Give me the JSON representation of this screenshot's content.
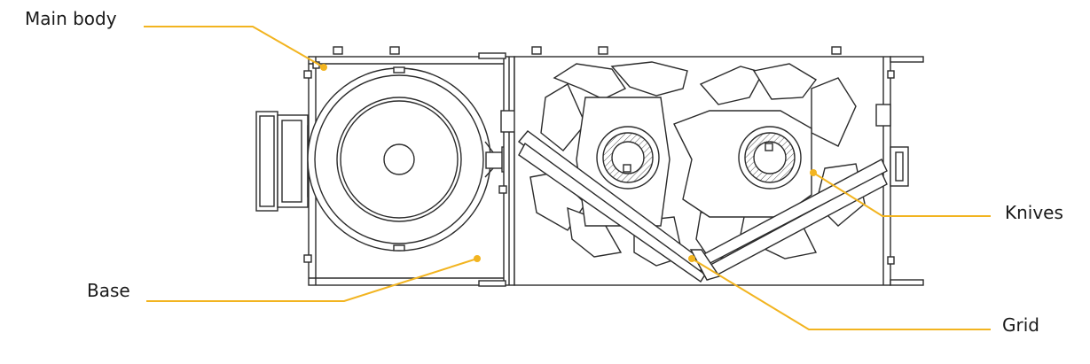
{
  "diagram": {
    "callouts": [
      {
        "id": "main_body",
        "label": "Main body"
      },
      {
        "id": "base",
        "label": "Base"
      },
      {
        "id": "knives",
        "label": "Knives"
      },
      {
        "id": "grid",
        "label": "Grid"
      }
    ],
    "colors": {
      "callout_line": "#f2b420",
      "drawing_stroke": "#2b2b2b",
      "drawing_fill": "#ffffff",
      "hatch": "#555555"
    }
  }
}
